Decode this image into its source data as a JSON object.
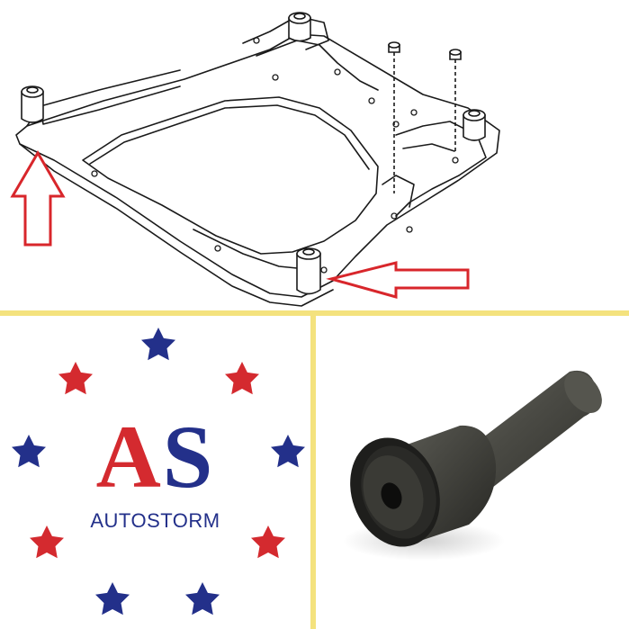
{
  "logo": {
    "letter_1": "A",
    "letter_2": "S",
    "wordmark": "AUTOSTORM",
    "colors": {
      "red": "#d42a2f",
      "blue": "#23308a"
    }
  },
  "colors": {
    "divider": "#f4e27e",
    "arrow": "#d8262b",
    "bushing_body": "#4a4a44",
    "bushing_rubber": "#1e1e1c"
  },
  "icons": [
    "subframe-diagram",
    "arrow-up-icon",
    "arrow-left-icon",
    "star-icon",
    "bushing-photo"
  ]
}
